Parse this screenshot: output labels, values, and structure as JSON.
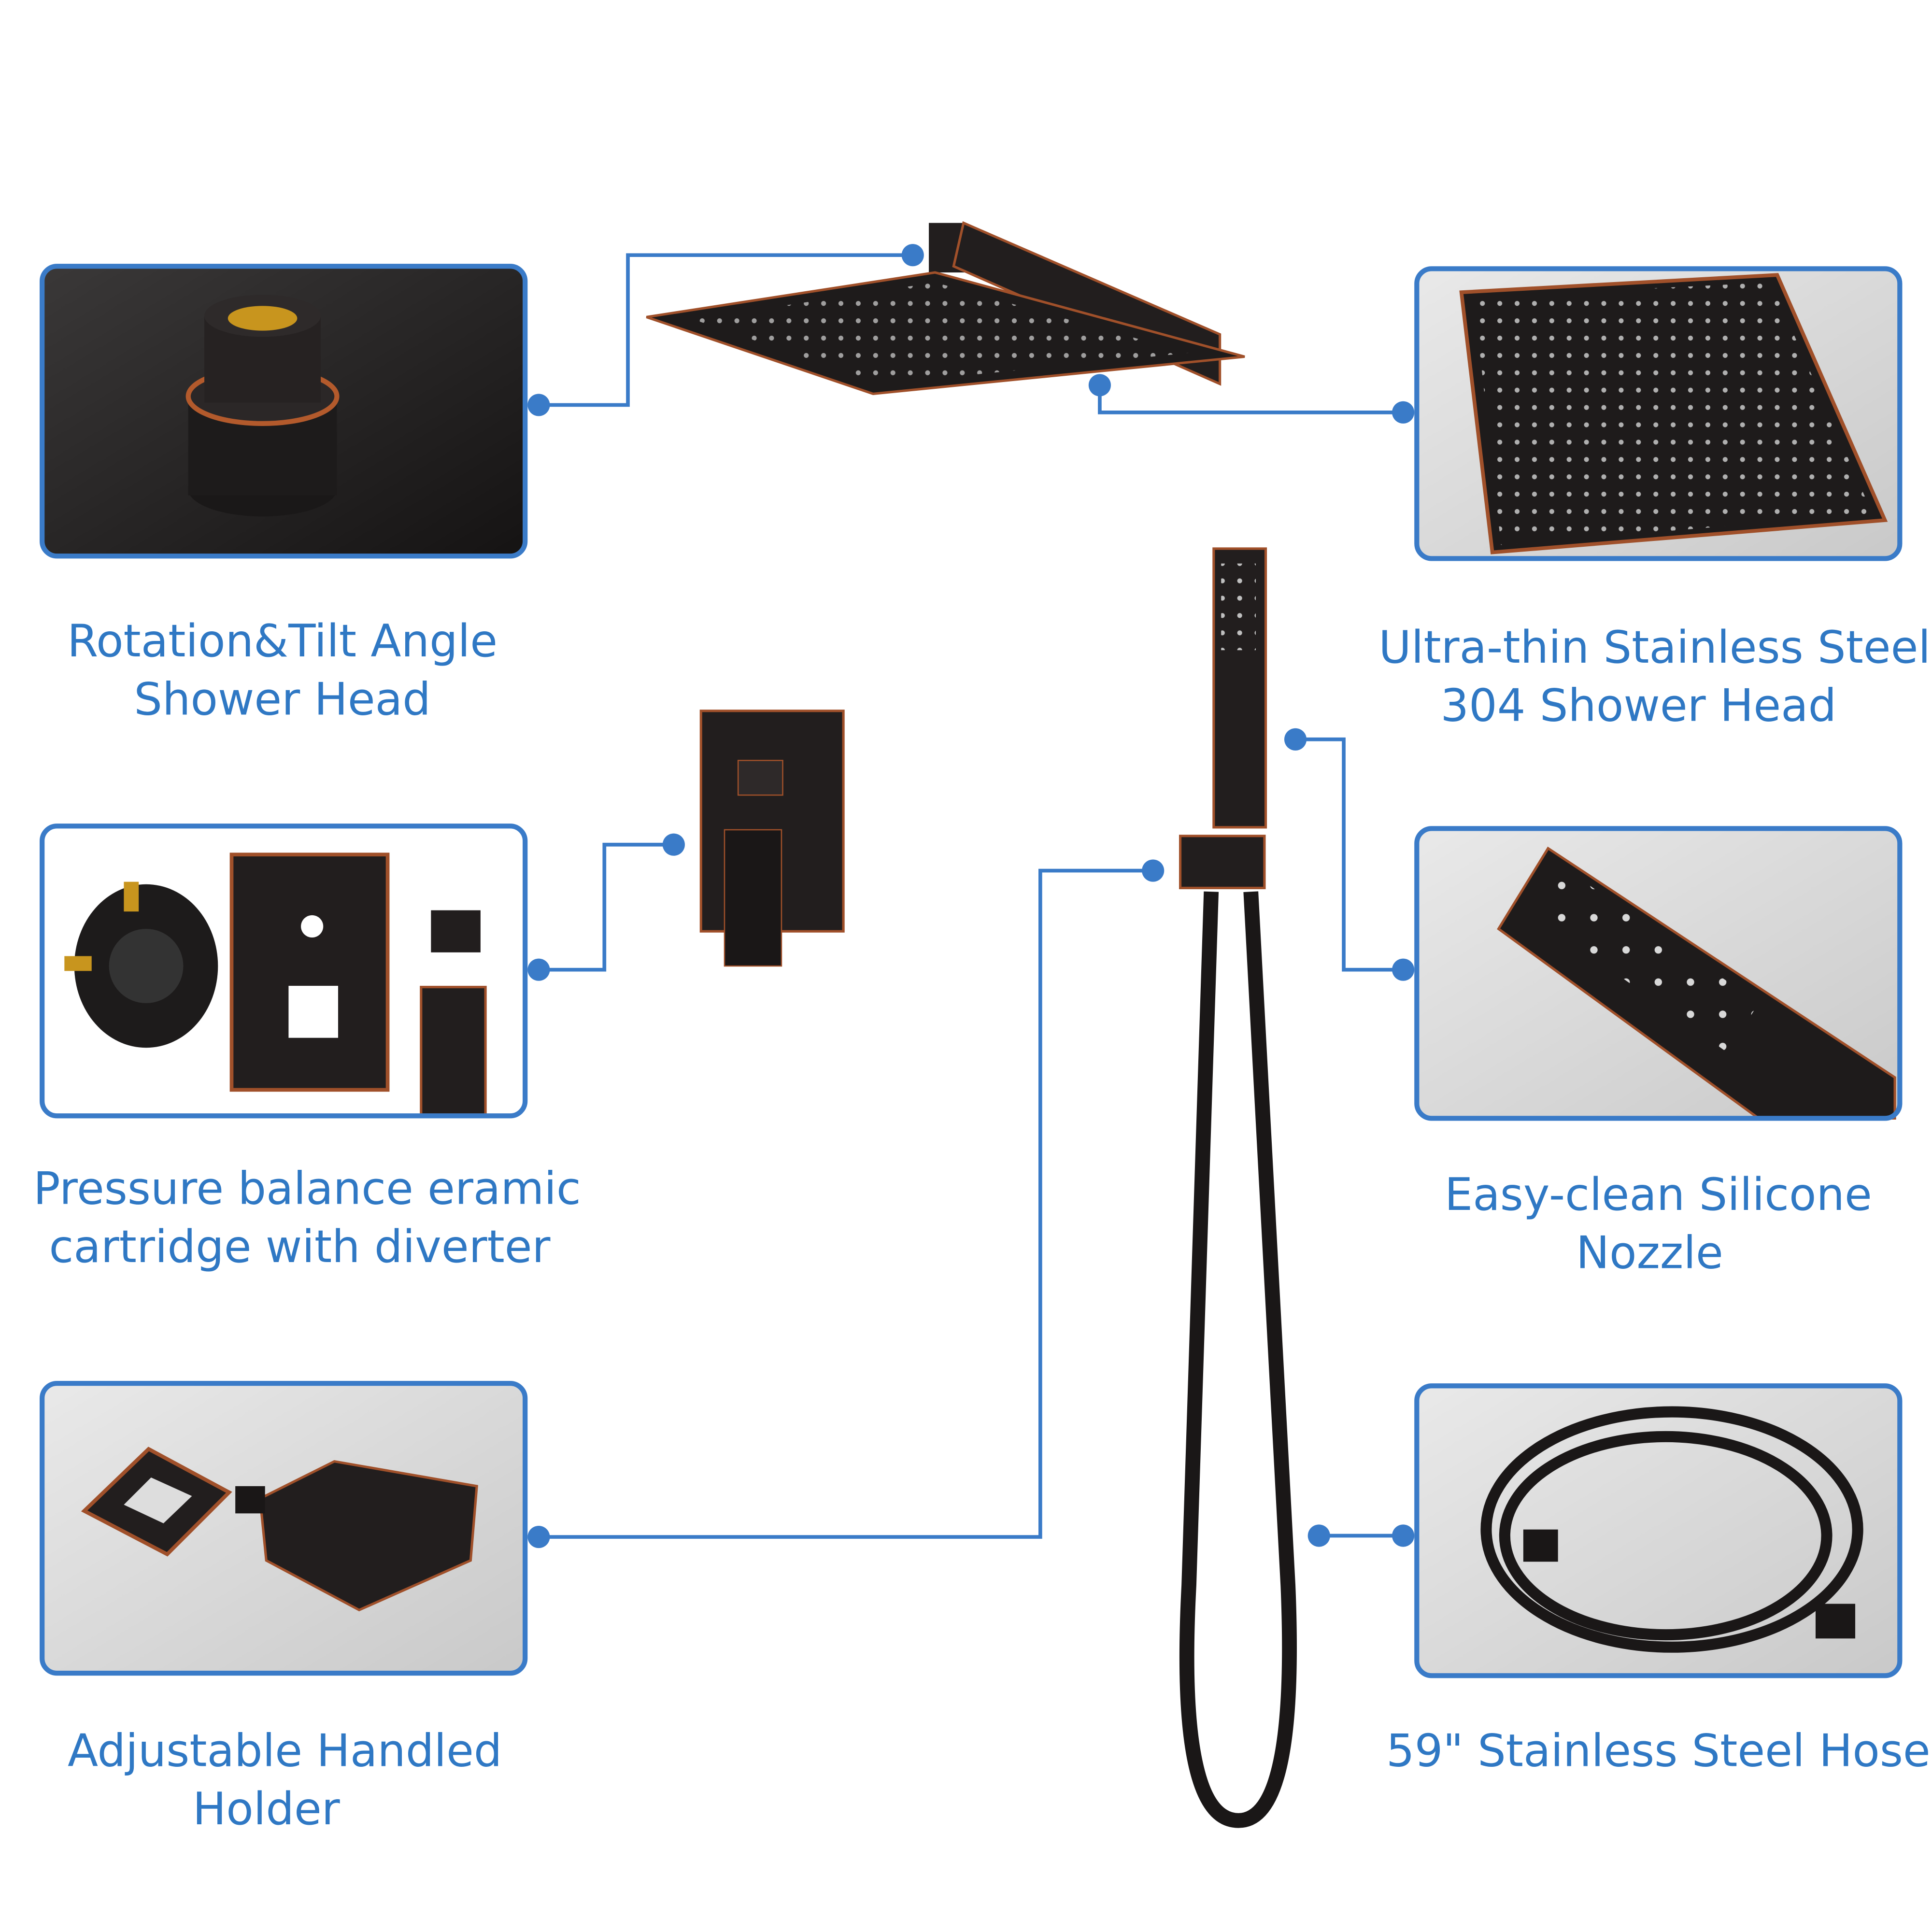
{
  "colors": {
    "accent": "#3a7bc8",
    "bronze": "#2a2422",
    "edge": "#a0502a"
  },
  "features": [
    {
      "line1": "Rotation&Tilt Angle",
      "line2": "Shower Head"
    },
    {
      "line1": "Ultra-thin Stainless Steel",
      "line2": "304 Shower Head"
    },
    {
      "line1": "Pressure balance eramic",
      "line2": "cartridge with diverter"
    },
    {
      "line1": "Easy-clean Silicone",
      "line2": "Nozzle"
    },
    {
      "line1": "Adjustable Handled",
      "line2": "Holder"
    },
    {
      "line1": "59\" Stainless Steel Hose"
    }
  ]
}
